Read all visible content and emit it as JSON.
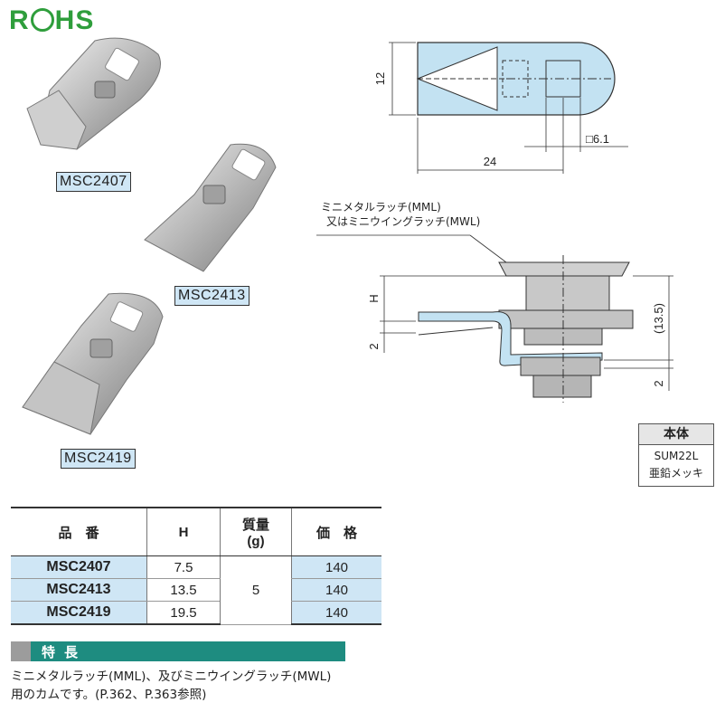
{
  "brand": {
    "rohs_prefix": "R",
    "rohs_suffix": "HS"
  },
  "products": [
    {
      "code": "MSC2407",
      "h": "7.5"
    },
    {
      "code": "MSC2413",
      "h": "13.5"
    },
    {
      "code": "MSC2419",
      "h": "19.5"
    }
  ],
  "drawing": {
    "dim_height": "12",
    "dim_width": "24",
    "dim_square": "□6.1",
    "dim_h": "H",
    "dim_2_left": "2",
    "dim_135": "(13.5)",
    "dim_2_right": "2",
    "note_line1": "ミニメタルラッチ(MML)",
    "note_line2": "又はミニウイングラッチ(MWL)"
  },
  "material": {
    "header": "本体",
    "line1": "SUM22L",
    "line2": "亜鉛メッキ"
  },
  "table": {
    "headers": {
      "part": "品　番",
      "h": "H",
      "mass_line1": "質量",
      "mass_line2": "(g)",
      "price": "価　格"
    },
    "mass": "5",
    "prices": [
      "140",
      "140",
      "140"
    ]
  },
  "features": {
    "title": "特長",
    "line1": "ミニメタルラッチ(MML)、及びミニウイングラッチ(MWL)",
    "line2": "用のカムです。(P.362、P.363参照)"
  },
  "colors": {
    "brand_green": "#2f9e3c",
    "label_blue": "#cfe6f5",
    "feature_teal": "#1e8c80"
  }
}
